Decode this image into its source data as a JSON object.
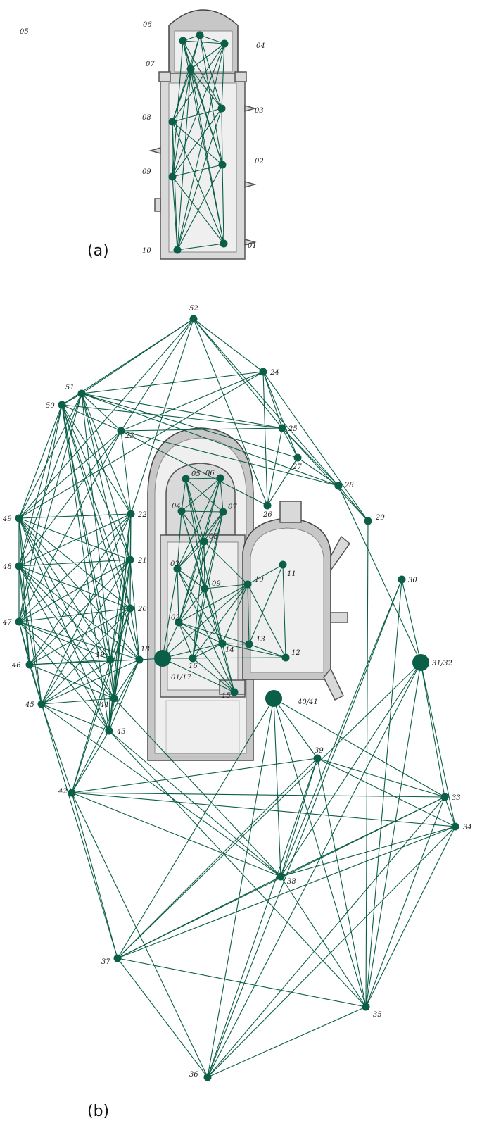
{
  "colors": {
    "network": "#0b5e47",
    "plan_fill": "#dcdcdc",
    "plan_stroke": "#555555"
  },
  "panels": [
    {
      "id": "a",
      "label": "(a)",
      "nodes": [
        {
          "id": "01",
          "label": "01"
        },
        {
          "id": "02",
          "label": "02"
        },
        {
          "id": "03",
          "label": "03"
        },
        {
          "id": "04",
          "label": "04"
        },
        {
          "id": "05",
          "label": "05"
        },
        {
          "id": "06",
          "label": "06"
        },
        {
          "id": "07",
          "label": "07"
        },
        {
          "id": "08",
          "label": "08"
        },
        {
          "id": "09",
          "label": "09"
        },
        {
          "id": "10",
          "label": "10"
        }
      ],
      "edges": [
        [
          "05",
          "06"
        ],
        [
          "05",
          "04"
        ],
        [
          "05",
          "07"
        ],
        [
          "05",
          "03"
        ],
        [
          "05",
          "08"
        ],
        [
          "05",
          "02"
        ],
        [
          "06",
          "04"
        ],
        [
          "06",
          "07"
        ],
        [
          "06",
          "03"
        ],
        [
          "06",
          "02"
        ],
        [
          "06",
          "09"
        ],
        [
          "06",
          "01"
        ],
        [
          "04",
          "07"
        ],
        [
          "04",
          "08"
        ],
        [
          "04",
          "09"
        ],
        [
          "04",
          "10"
        ],
        [
          "04",
          "03"
        ],
        [
          "07",
          "03"
        ],
        [
          "07",
          "02"
        ],
        [
          "07",
          "08"
        ],
        [
          "07",
          "09"
        ],
        [
          "07",
          "01"
        ],
        [
          "07",
          "10"
        ],
        [
          "03",
          "08"
        ],
        [
          "03",
          "09"
        ],
        [
          "03",
          "10"
        ],
        [
          "03",
          "02"
        ],
        [
          "08",
          "02"
        ],
        [
          "08",
          "09"
        ],
        [
          "08",
          "01"
        ],
        [
          "08",
          "10"
        ],
        [
          "02",
          "09"
        ],
        [
          "02",
          "10"
        ],
        [
          "02",
          "01"
        ],
        [
          "09",
          "01"
        ],
        [
          "09",
          "10"
        ],
        [
          "10",
          "01"
        ]
      ]
    },
    {
      "id": "b",
      "label": "(b)",
      "nodes": [
        {
          "id": "01/17",
          "label": "01/17",
          "big": true
        },
        {
          "id": "02",
          "label": "02"
        },
        {
          "id": "03",
          "label": "03"
        },
        {
          "id": "04",
          "label": "04"
        },
        {
          "id": "05",
          "label": "05"
        },
        {
          "id": "06",
          "label": "06"
        },
        {
          "id": "07",
          "label": "07"
        },
        {
          "id": "08",
          "label": "08"
        },
        {
          "id": "09",
          "label": "09"
        },
        {
          "id": "10",
          "label": "10"
        },
        {
          "id": "11",
          "label": "11"
        },
        {
          "id": "12",
          "label": "12"
        },
        {
          "id": "13",
          "label": "13"
        },
        {
          "id": "14",
          "label": "14"
        },
        {
          "id": "15",
          "label": "15"
        },
        {
          "id": "16",
          "label": "16"
        },
        {
          "id": "18",
          "label": "18"
        },
        {
          "id": "19",
          "label": "19"
        },
        {
          "id": "20",
          "label": "20"
        },
        {
          "id": "21",
          "label": "21"
        },
        {
          "id": "22",
          "label": "22"
        },
        {
          "id": "23",
          "label": "23"
        },
        {
          "id": "24",
          "label": "24"
        },
        {
          "id": "25",
          "label": "25"
        },
        {
          "id": "26",
          "label": "26"
        },
        {
          "id": "27",
          "label": "27"
        },
        {
          "id": "28",
          "label": "28"
        },
        {
          "id": "29",
          "label": "29"
        },
        {
          "id": "30",
          "label": "30"
        },
        {
          "id": "31/32",
          "label": "31/32",
          "big": true
        },
        {
          "id": "33",
          "label": "33"
        },
        {
          "id": "34",
          "label": "34"
        },
        {
          "id": "35",
          "label": "35"
        },
        {
          "id": "36",
          "label": "36"
        },
        {
          "id": "37",
          "label": "37"
        },
        {
          "id": "38",
          "label": "38"
        },
        {
          "id": "39",
          "label": "39"
        },
        {
          "id": "40/41",
          "label": "40/41",
          "big": true
        },
        {
          "id": "42",
          "label": "42"
        },
        {
          "id": "43",
          "label": "43"
        },
        {
          "id": "44",
          "label": "44"
        },
        {
          "id": "45",
          "label": "45"
        },
        {
          "id": "46",
          "label": "46"
        },
        {
          "id": "47",
          "label": "47"
        },
        {
          "id": "48",
          "label": "48"
        },
        {
          "id": "49",
          "label": "49"
        },
        {
          "id": "50",
          "label": "50"
        },
        {
          "id": "51",
          "label": "51"
        },
        {
          "id": "52",
          "label": "52"
        }
      ],
      "edges": [
        [
          "52",
          "51"
        ],
        [
          "52",
          "50"
        ],
        [
          "52",
          "24"
        ],
        [
          "52",
          "25"
        ],
        [
          "52",
          "23"
        ],
        [
          "52",
          "49"
        ],
        [
          "52",
          "28"
        ],
        [
          "52",
          "22"
        ],
        [
          "52",
          "26"
        ],
        [
          "51",
          "24"
        ],
        [
          "51",
          "25"
        ],
        [
          "51",
          "27"
        ],
        [
          "51",
          "28"
        ],
        [
          "51",
          "23"
        ],
        [
          "51",
          "22"
        ],
        [
          "51",
          "49"
        ],
        [
          "51",
          "48"
        ],
        [
          "51",
          "47"
        ],
        [
          "51",
          "21"
        ],
        [
          "51",
          "20"
        ],
        [
          "51",
          "19"
        ],
        [
          "51",
          "50"
        ],
        [
          "50",
          "22"
        ],
        [
          "50",
          "21"
        ],
        [
          "50",
          "20"
        ],
        [
          "50",
          "19"
        ],
        [
          "50",
          "18"
        ],
        [
          "50",
          "44"
        ],
        [
          "50",
          "43"
        ],
        [
          "50",
          "48"
        ],
        [
          "50",
          "47"
        ],
        [
          "50",
          "49"
        ],
        [
          "50",
          "25"
        ],
        [
          "50",
          "23"
        ],
        [
          "24",
          "26"
        ],
        [
          "24",
          "25"
        ],
        [
          "24",
          "27"
        ],
        [
          "24",
          "23"
        ],
        [
          "24",
          "49"
        ],
        [
          "24",
          "29"
        ],
        [
          "25",
          "26"
        ],
        [
          "25",
          "27"
        ],
        [
          "25",
          "28"
        ],
        [
          "25",
          "23"
        ],
        [
          "25",
          "29"
        ],
        [
          "27",
          "26"
        ],
        [
          "27",
          "28"
        ],
        [
          "28",
          "31/32"
        ],
        [
          "29",
          "35"
        ],
        [
          "29",
          "28"
        ],
        [
          "23",
          "49"
        ],
        [
          "23",
          "48"
        ],
        [
          "23",
          "22"
        ],
        [
          "23",
          "26"
        ],
        [
          "23",
          "28"
        ],
        [
          "23",
          "47"
        ],
        [
          "49",
          "22"
        ],
        [
          "49",
          "21"
        ],
        [
          "49",
          "20"
        ],
        [
          "49",
          "19"
        ],
        [
          "49",
          "18"
        ],
        [
          "49",
          "44"
        ],
        [
          "49",
          "43"
        ],
        [
          "49",
          "45"
        ],
        [
          "49",
          "48"
        ],
        [
          "49",
          "47"
        ],
        [
          "49",
          "46"
        ],
        [
          "48",
          "22"
        ],
        [
          "48",
          "21"
        ],
        [
          "48",
          "20"
        ],
        [
          "48",
          "19"
        ],
        [
          "48",
          "18"
        ],
        [
          "48",
          "44"
        ],
        [
          "48",
          "45"
        ],
        [
          "48",
          "46"
        ],
        [
          "48",
          "43"
        ],
        [
          "48",
          "47"
        ],
        [
          "47",
          "22"
        ],
        [
          "47",
          "21"
        ],
        [
          "47",
          "20"
        ],
        [
          "47",
          "19"
        ],
        [
          "47",
          "18"
        ],
        [
          "47",
          "44"
        ],
        [
          "47",
          "45"
        ],
        [
          "47",
          "46"
        ],
        [
          "47",
          "43"
        ],
        [
          "46",
          "22"
        ],
        [
          "46",
          "21"
        ],
        [
          "46",
          "20"
        ],
        [
          "46",
          "19"
        ],
        [
          "46",
          "18"
        ],
        [
          "46",
          "44"
        ],
        [
          "46",
          "45"
        ],
        [
          "45",
          "22"
        ],
        [
          "45",
          "21"
        ],
        [
          "45",
          "20"
        ],
        [
          "45",
          "19"
        ],
        [
          "45",
          "18"
        ],
        [
          "45",
          "43"
        ],
        [
          "45",
          "42"
        ],
        [
          "45",
          "44"
        ],
        [
          "45",
          "38"
        ],
        [
          "45",
          "37"
        ],
        [
          "22",
          "21"
        ],
        [
          "22",
          "20"
        ],
        [
          "22",
          "19"
        ],
        [
          "22",
          "44"
        ],
        [
          "22",
          "43"
        ],
        [
          "21",
          "20"
        ],
        [
          "21",
          "19"
        ],
        [
          "21",
          "18"
        ],
        [
          "21",
          "44"
        ],
        [
          "21",
          "43"
        ],
        [
          "20",
          "19"
        ],
        [
          "20",
          "18"
        ],
        [
          "20",
          "44"
        ],
        [
          "20",
          "43"
        ],
        [
          "20",
          "42"
        ],
        [
          "18",
          "44"
        ],
        [
          "18",
          "43"
        ],
        [
          "18",
          "42"
        ],
        [
          "19",
          "44"
        ],
        [
          "19",
          "42"
        ],
        [
          "19",
          "43"
        ],
        [
          "42",
          "39"
        ],
        [
          "42",
          "33"
        ],
        [
          "42",
          "34"
        ],
        [
          "42",
          "38"
        ],
        [
          "42",
          "37"
        ],
        [
          "42",
          "36"
        ],
        [
          "42",
          "43"
        ],
        [
          "43",
          "38"
        ],
        [
          "43",
          "35"
        ],
        [
          "44",
          "38"
        ],
        [
          "40/41",
          "39"
        ],
        [
          "40/41",
          "38"
        ],
        [
          "40/41",
          "33"
        ],
        [
          "40/41",
          "35"
        ],
        [
          "40/41",
          "36"
        ],
        [
          "40/41",
          "37"
        ],
        [
          "39",
          "33"
        ],
        [
          "39",
          "34"
        ],
        [
          "39",
          "35"
        ],
        [
          "39",
          "37"
        ],
        [
          "39",
          "38"
        ],
        [
          "39",
          "36"
        ],
        [
          "38",
          "33"
        ],
        [
          "38",
          "34"
        ],
        [
          "38",
          "35"
        ],
        [
          "38",
          "37"
        ],
        [
          "38",
          "30"
        ],
        [
          "38",
          "31/32"
        ],
        [
          "37",
          "34"
        ],
        [
          "37",
          "35"
        ],
        [
          "37",
          "36"
        ],
        [
          "37",
          "33"
        ],
        [
          "37",
          "31/32"
        ],
        [
          "36",
          "34"
        ],
        [
          "36",
          "35"
        ],
        [
          "36",
          "30"
        ],
        [
          "36",
          "31/32"
        ],
        [
          "36",
          "33"
        ],
        [
          "35",
          "34"
        ],
        [
          "35",
          "33"
        ],
        [
          "35",
          "31/32"
        ],
        [
          "35",
          "30"
        ],
        [
          "34",
          "33"
        ],
        [
          "34",
          "31/32"
        ],
        [
          "33",
          "31/32"
        ],
        [
          "30",
          "31/32"
        ],
        [
          "05",
          "06"
        ],
        [
          "05",
          "04"
        ],
        [
          "05",
          "07"
        ],
        [
          "05",
          "08"
        ],
        [
          "05",
          "09"
        ],
        [
          "05",
          "14"
        ],
        [
          "06",
          "04"
        ],
        [
          "06",
          "07"
        ],
        [
          "06",
          "03"
        ],
        [
          "06",
          "02"
        ],
        [
          "06",
          "08"
        ],
        [
          "04",
          "07"
        ],
        [
          "04",
          "08"
        ],
        [
          "04",
          "03"
        ],
        [
          "04",
          "09"
        ],
        [
          "04",
          "15"
        ],
        [
          "07",
          "08"
        ],
        [
          "07",
          "03"
        ],
        [
          "07",
          "09"
        ],
        [
          "07",
          "02"
        ],
        [
          "07",
          "16"
        ],
        [
          "08",
          "03"
        ],
        [
          "08",
          "09"
        ],
        [
          "08",
          "10"
        ],
        [
          "08",
          "02"
        ],
        [
          "08",
          "16"
        ],
        [
          "03",
          "09"
        ],
        [
          "03",
          "02"
        ],
        [
          "03",
          "14"
        ],
        [
          "03",
          "15"
        ],
        [
          "03",
          "01/17"
        ],
        [
          "09",
          "10"
        ],
        [
          "09",
          "02"
        ],
        [
          "09",
          "14"
        ],
        [
          "09",
          "16"
        ],
        [
          "10",
          "02"
        ],
        [
          "10",
          "14"
        ],
        [
          "10",
          "11"
        ],
        [
          "10",
          "12"
        ],
        [
          "10",
          "13"
        ],
        [
          "10",
          "16"
        ],
        [
          "10",
          "01/17"
        ],
        [
          "02",
          "14"
        ],
        [
          "02",
          "16"
        ],
        [
          "02",
          "15"
        ],
        [
          "02",
          "01/17"
        ],
        [
          "02",
          "13"
        ],
        [
          "14",
          "15"
        ],
        [
          "14",
          "16"
        ],
        [
          "14",
          "13"
        ],
        [
          "14",
          "01/17"
        ],
        [
          "14",
          "12"
        ],
        [
          "16",
          "15"
        ],
        [
          "16",
          "01/17"
        ],
        [
          "15",
          "01/17"
        ],
        [
          "13",
          "12"
        ],
        [
          "11",
          "12"
        ],
        [
          "11",
          "13"
        ],
        [
          "01/17",
          "18"
        ],
        [
          "01/17",
          "12"
        ]
      ]
    }
  ]
}
